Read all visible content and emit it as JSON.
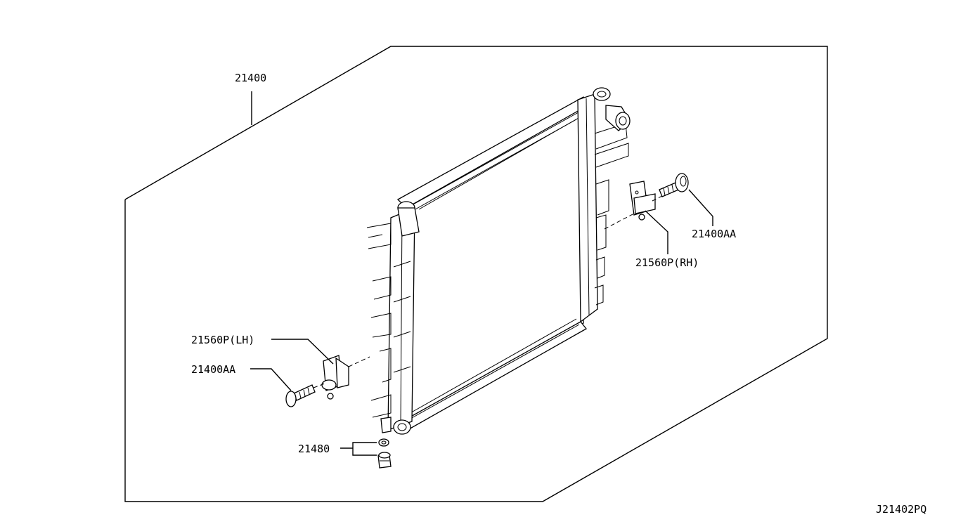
{
  "callouts": {
    "assembly": "21400",
    "bolt_rh": "21400AA",
    "bracket_rh": "21560P(RH)",
    "bracket_lh": "21560P(LH)",
    "bolt_lh": "21400AA",
    "drain_plug": "21480"
  },
  "diagram_code": "J21402PQ"
}
